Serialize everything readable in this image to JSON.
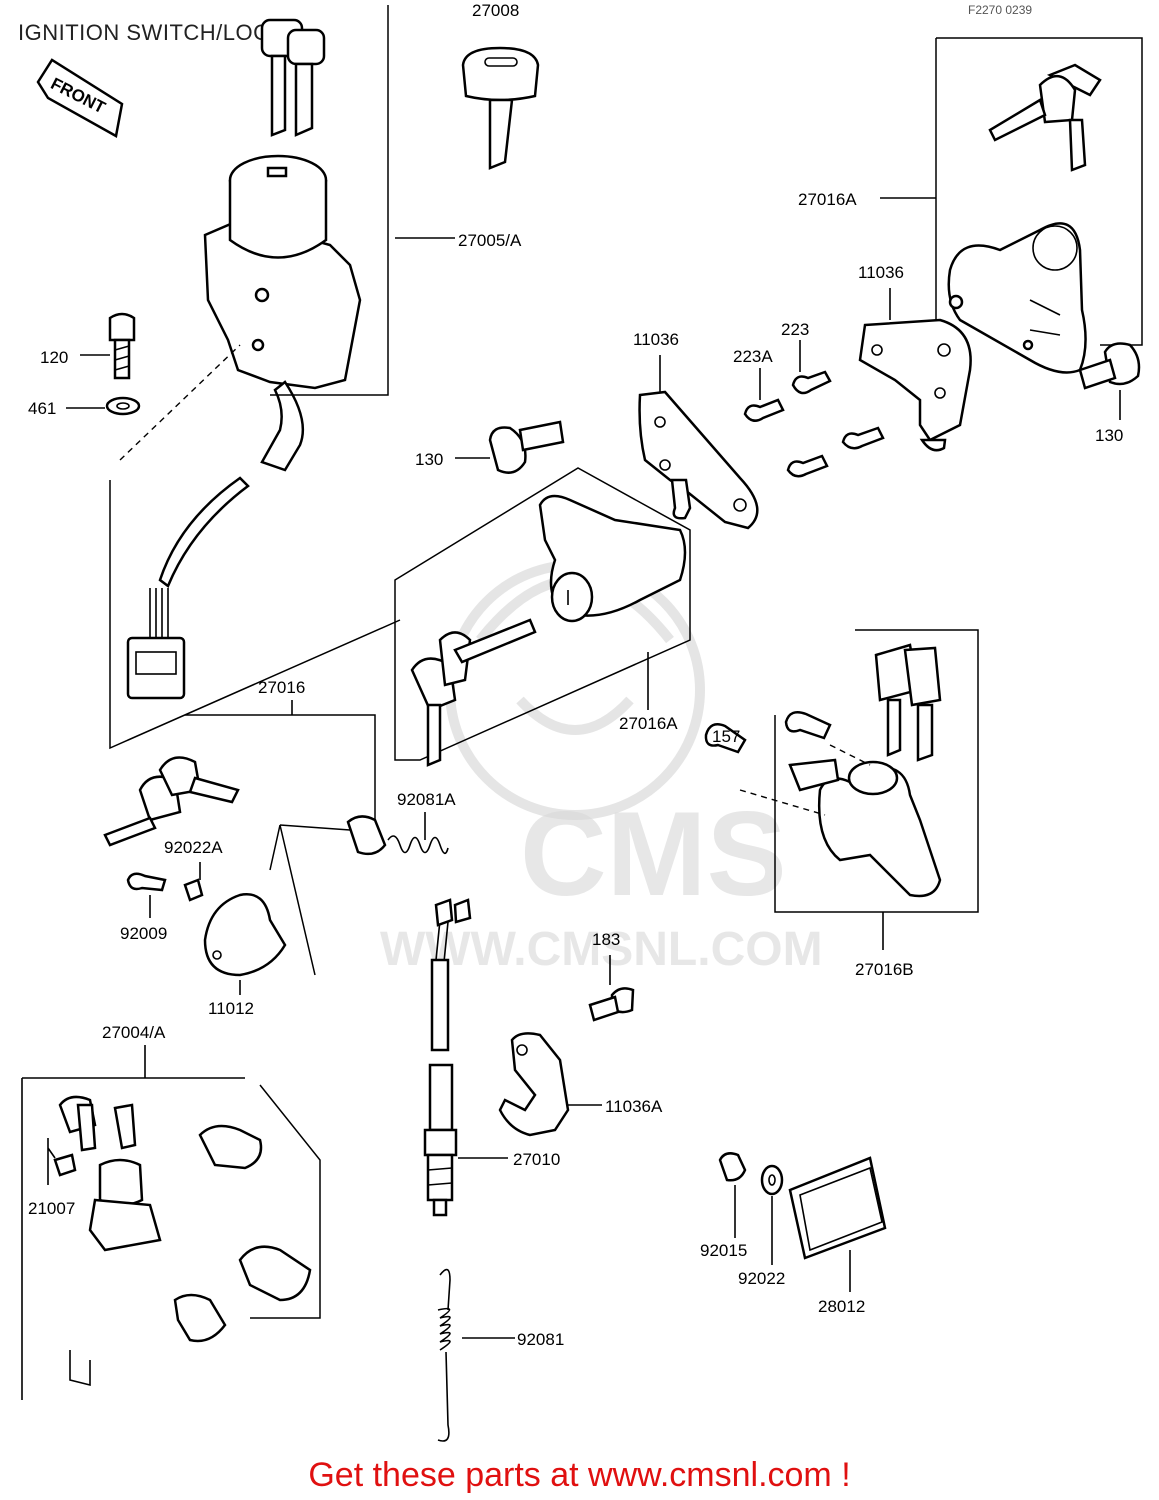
{
  "header": {
    "title": "IGNITION SWITCH/LOCK",
    "ref_code": "F2270 0239",
    "front_label": "FRONT"
  },
  "watermark": {
    "brand": "CMS",
    "url": "WWW.CMSNL.COM"
  },
  "parts": [
    {
      "id": "p27008",
      "number": "27008"
    },
    {
      "id": "p27005A",
      "number": "27005/A"
    },
    {
      "id": "p120",
      "number": "120"
    },
    {
      "id": "p461",
      "number": "461"
    },
    {
      "id": "p27016A_top",
      "number": "27016A"
    },
    {
      "id": "p11036_right",
      "number": "11036"
    },
    {
      "id": "p223",
      "number": "223"
    },
    {
      "id": "p223A",
      "number": "223A"
    },
    {
      "id": "p11036_mid",
      "number": "11036"
    },
    {
      "id": "p130_right",
      "number": "130"
    },
    {
      "id": "p130_left",
      "number": "130"
    },
    {
      "id": "p27016",
      "number": "27016"
    },
    {
      "id": "p27016A_mid",
      "number": "27016A"
    },
    {
      "id": "p157",
      "number": "157"
    },
    {
      "id": "p92081A",
      "number": "92081A"
    },
    {
      "id": "p92022A",
      "number": "92022A"
    },
    {
      "id": "p92009",
      "number": "92009"
    },
    {
      "id": "p11012",
      "number": "11012"
    },
    {
      "id": "p183",
      "number": "183"
    },
    {
      "id": "p27016B",
      "number": "27016B"
    },
    {
      "id": "p27004A",
      "number": "27004/A"
    },
    {
      "id": "p11036A",
      "number": "11036A"
    },
    {
      "id": "p21007",
      "number": "21007"
    },
    {
      "id": "p27010",
      "number": "27010"
    },
    {
      "id": "p92015",
      "number": "92015"
    },
    {
      "id": "p92022",
      "number": "92022"
    },
    {
      "id": "p28012",
      "number": "28012"
    },
    {
      "id": "p92081",
      "number": "92081"
    }
  ],
  "footer": {
    "cta": "Get these parts at www.cmsnl.com !"
  },
  "colors": {
    "footer_text": "#e01010",
    "line_art": "#000000",
    "watermark": "#cfcfcf"
  }
}
